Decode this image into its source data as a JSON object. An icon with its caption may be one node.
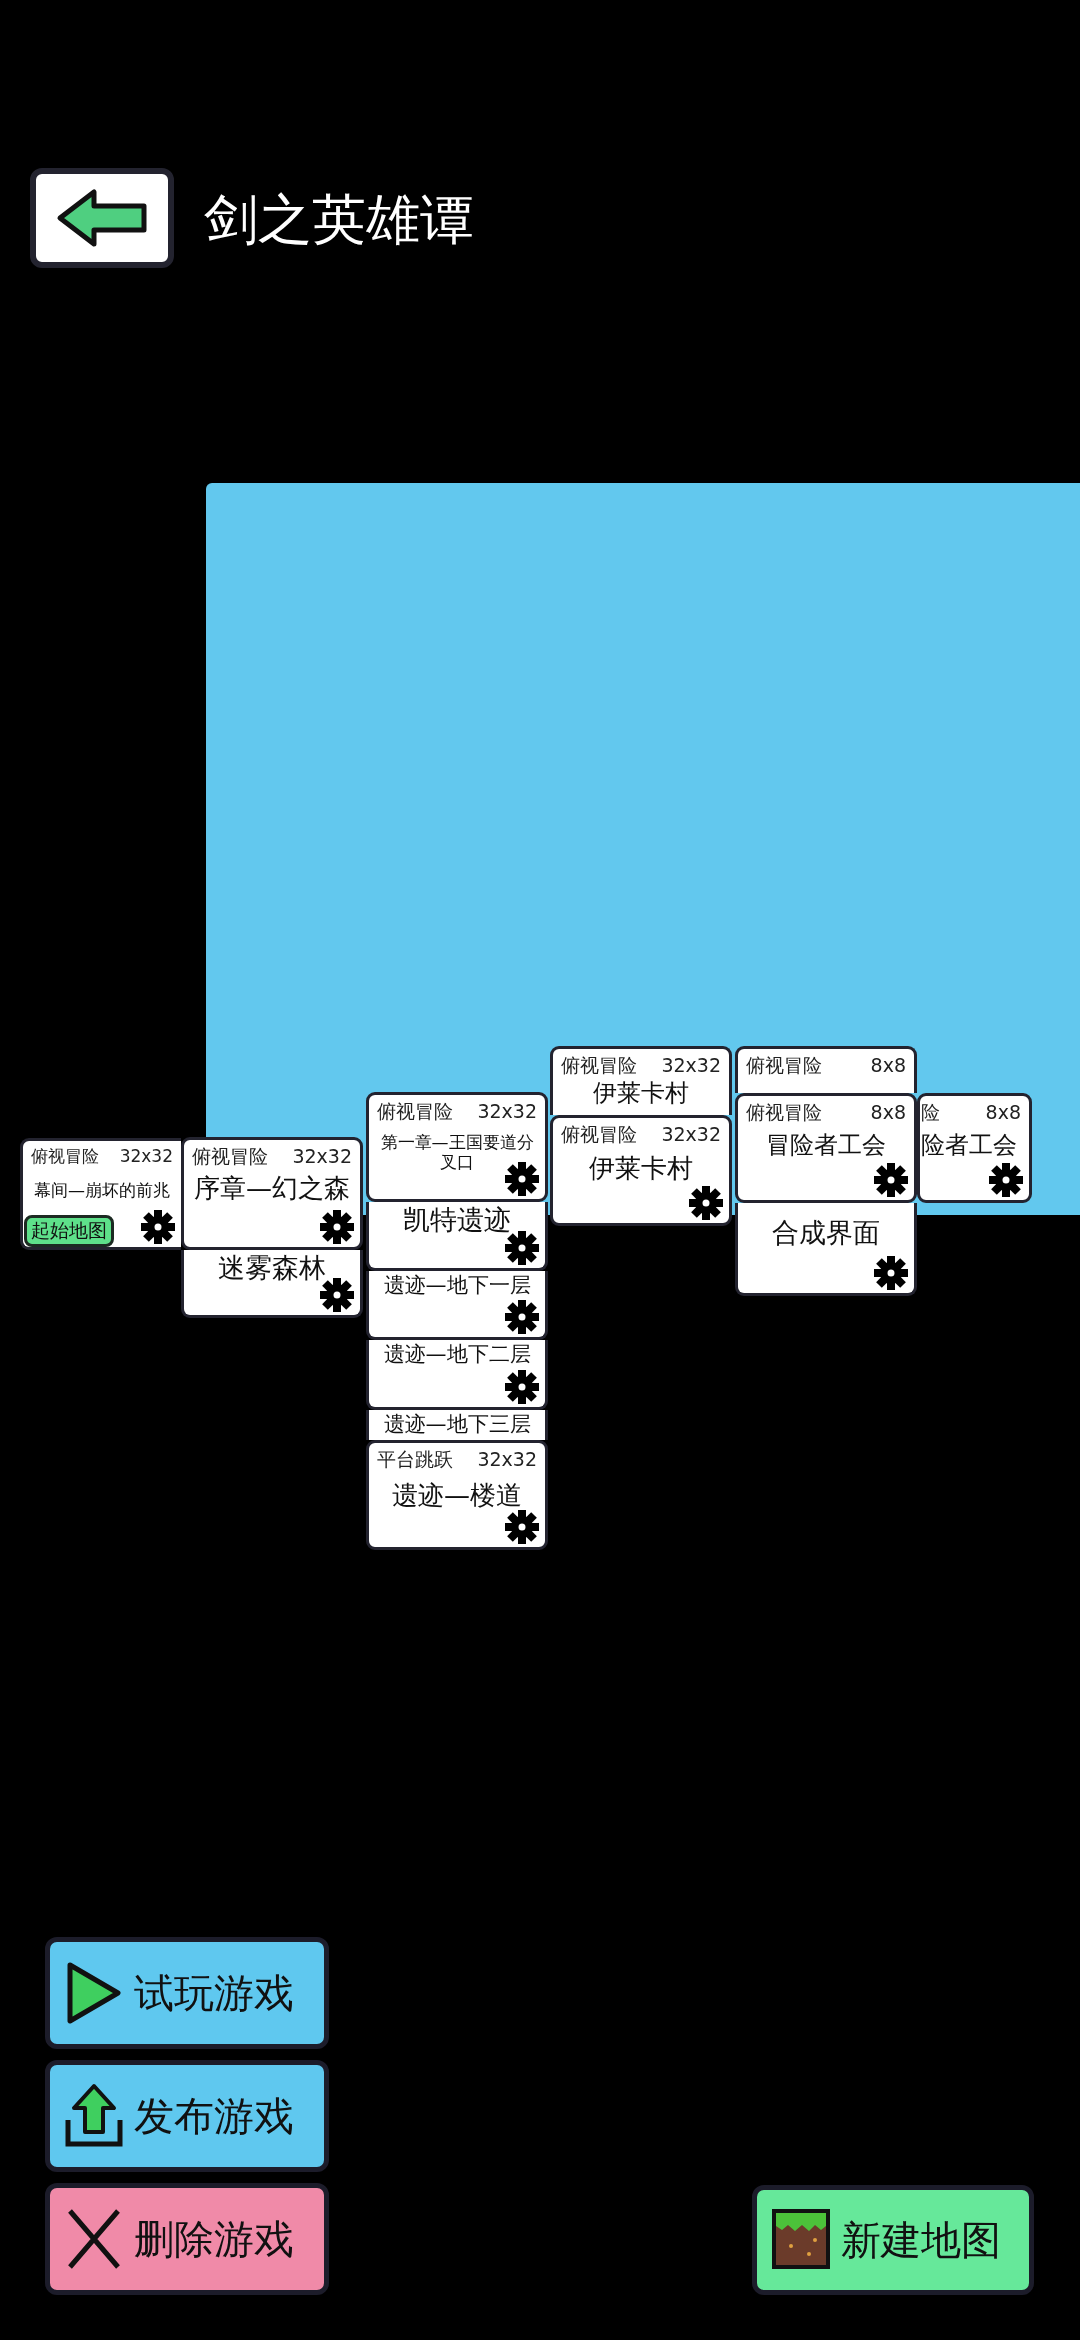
{
  "diagram": {
    "title": "剑之英雄谭",
    "nodes": [
      {
        "text": [
          "俯视冒险",
          "32x32",
          "幕间—崩坏的前兆"
        ]
      },
      {
        "text": [
          "起始地图"
        ],
        "in": 0
      },
      {
        "text": [
          "俯视冒险",
          "32x32",
          "序章—幻之森"
        ]
      },
      {
        "text": [
          "迷雾森林"
        ]
      },
      {
        "text": [
          "俯视冒险",
          "32x32",
          "第一章—王国要道分叉口"
        ]
      },
      {
        "text": [
          "凯特遗迹"
        ]
      },
      {
        "text": [
          "遗迹—地下一层"
        ]
      },
      {
        "text": [
          "遗迹—地下二层"
        ]
      },
      {
        "text": [
          "遗迹—地下三层"
        ]
      },
      {
        "text": [
          "平台跳跃",
          "32x32",
          "遗迹—楼道"
        ]
      },
      {
        "text": [
          "俯视冒险",
          "32x32",
          "伊莱卡村"
        ]
      },
      {
        "text": [
          "俯视冒险",
          "32x32",
          "伊莱卡村"
        ]
      },
      {
        "text": [
          "俯视冒险",
          "8x8"
        ]
      },
      {
        "text": [
          "俯视冒险",
          "8x8",
          "冒险者工会"
        ]
      },
      {
        "text": [
          "险",
          "8x8",
          "险者工会"
        ]
      },
      {
        "text": [
          "合成界面"
        ]
      }
    ],
    "labels": [
      "试玩游戏",
      "发布游戏",
      "删除游戏",
      "新建地图"
    ]
  }
}
